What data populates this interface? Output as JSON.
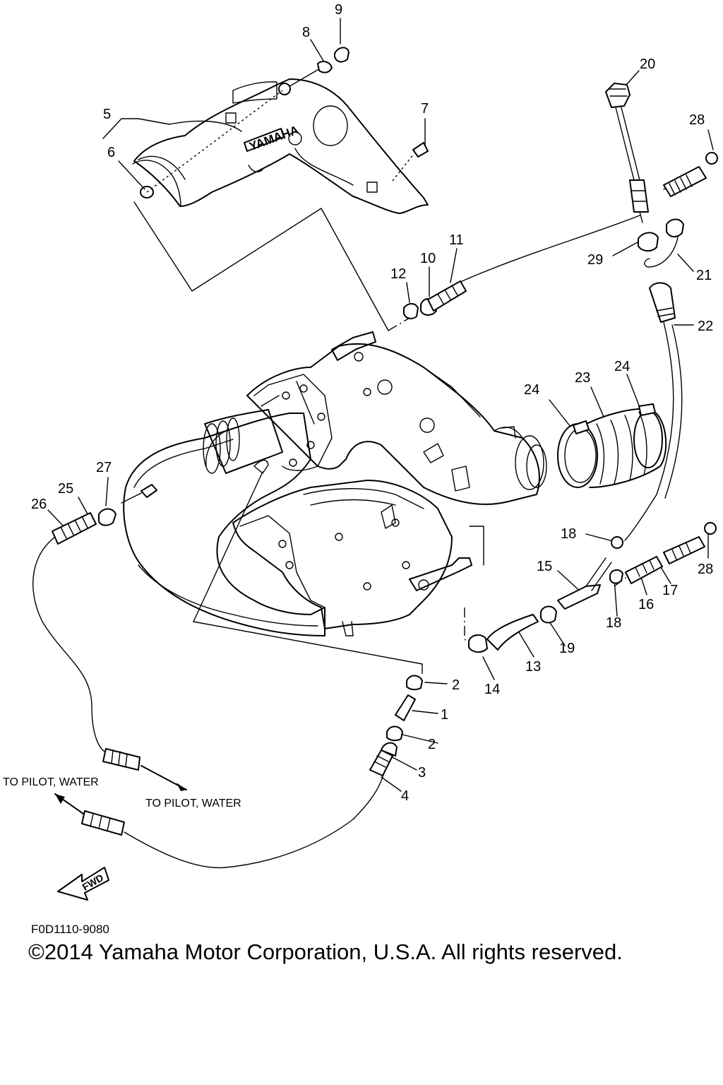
{
  "part_labels": [
    {
      "id": "n9",
      "text": "9"
    },
    {
      "id": "n8",
      "text": "8"
    },
    {
      "id": "n5",
      "text": "5"
    },
    {
      "id": "n7",
      "text": "7"
    },
    {
      "id": "n6",
      "text": "6"
    },
    {
      "id": "n20",
      "text": "20"
    },
    {
      "id": "n28a",
      "text": "28"
    },
    {
      "id": "n11",
      "text": "11"
    },
    {
      "id": "n10",
      "text": "10"
    },
    {
      "id": "n12",
      "text": "12"
    },
    {
      "id": "n29",
      "text": "29"
    },
    {
      "id": "n21",
      "text": "21"
    },
    {
      "id": "n22",
      "text": "22"
    },
    {
      "id": "n24a",
      "text": "24"
    },
    {
      "id": "n23",
      "text": "23"
    },
    {
      "id": "n24b",
      "text": "24"
    },
    {
      "id": "n27",
      "text": "27"
    },
    {
      "id": "n25",
      "text": "25"
    },
    {
      "id": "n26",
      "text": "26"
    },
    {
      "id": "n18a",
      "text": "18"
    },
    {
      "id": "n15",
      "text": "15"
    },
    {
      "id": "n28b",
      "text": "28"
    },
    {
      "id": "n17",
      "text": "17"
    },
    {
      "id": "n16",
      "text": "16"
    },
    {
      "id": "n18b",
      "text": "18"
    },
    {
      "id": "n19",
      "text": "19"
    },
    {
      "id": "n13",
      "text": "13"
    },
    {
      "id": "n14",
      "text": "14"
    },
    {
      "id": "n2a",
      "text": "2"
    },
    {
      "id": "n1",
      "text": "1"
    },
    {
      "id": "n2b",
      "text": "2"
    },
    {
      "id": "n3",
      "text": "3"
    },
    {
      "id": "n4",
      "text": "4"
    }
  ],
  "notes": {
    "to_pilot_water_left": "TO PILOT, WATER",
    "to_pilot_water_right": "TO PILOT, WATER"
  },
  "cover_logo": "YAMAHA",
  "fwd_mark": "FWD",
  "diagram_code": "F0D1110-9080",
  "copyright": "©2014 Yamaha Motor Corporation, U.S.A. All rights reserved."
}
